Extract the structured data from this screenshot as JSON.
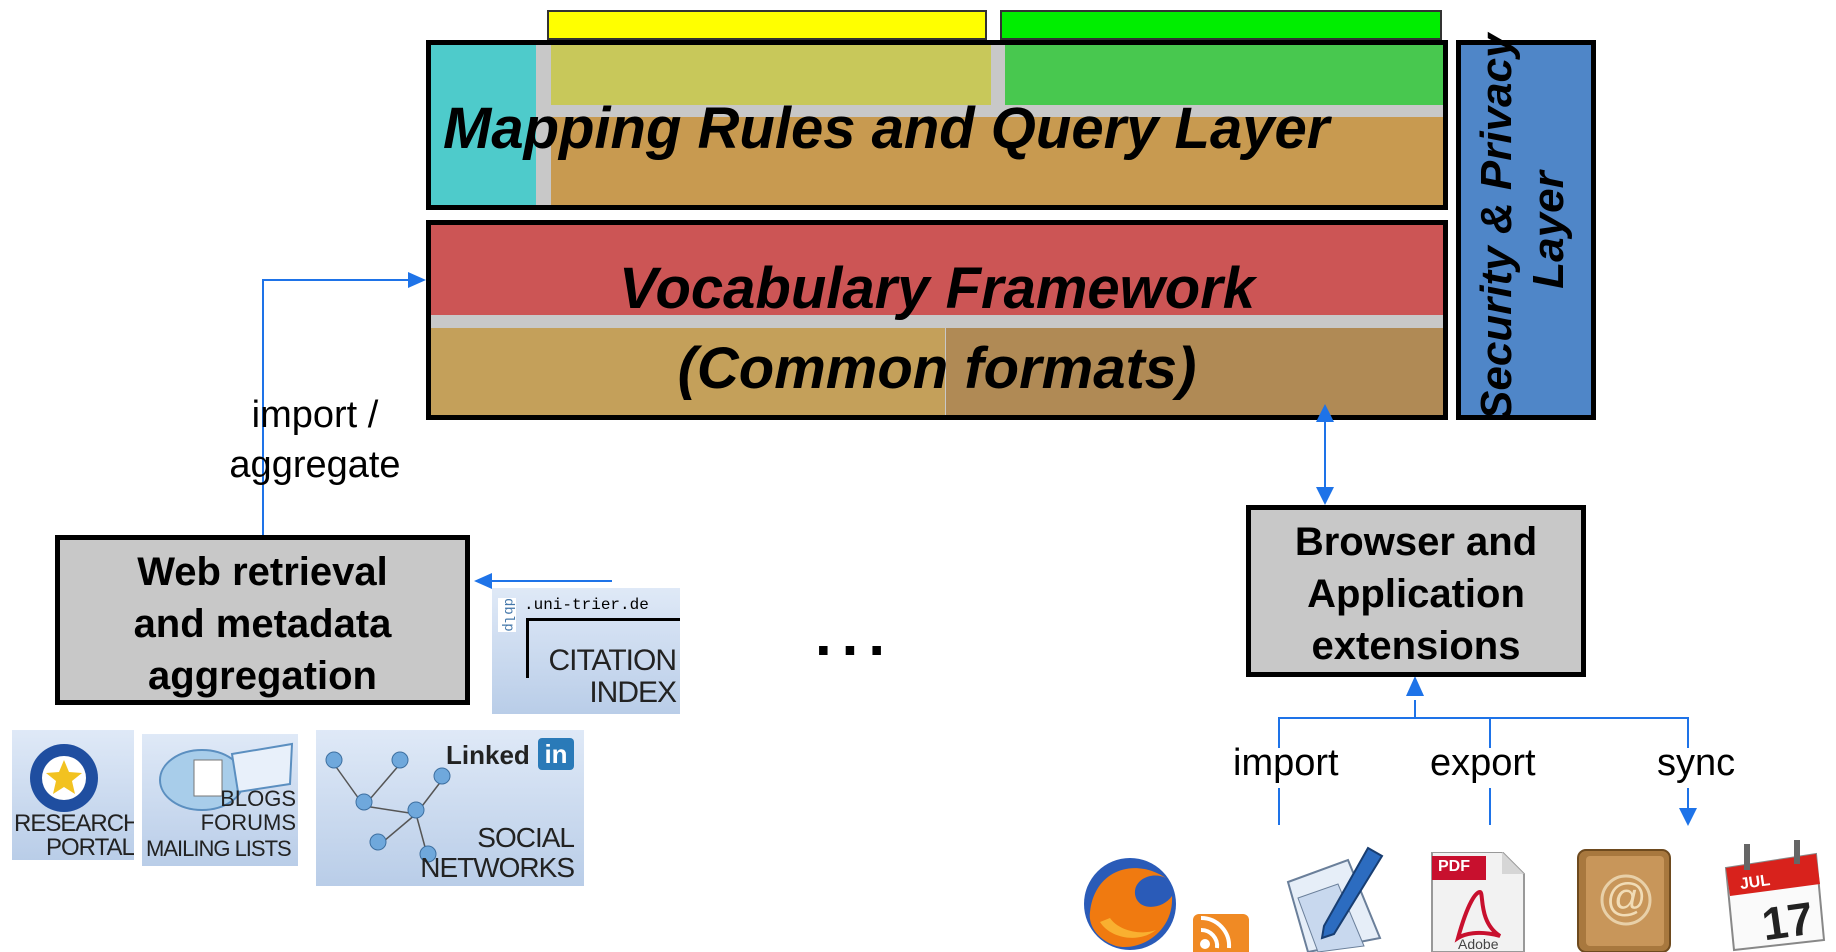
{
  "layers": {
    "mapping": "Mapping Rules and Query Layer",
    "vocabulary": "Vocabulary Framework",
    "formats": "(Common formats)",
    "security_line1": "Security & Privacy",
    "security_line2": "Layer"
  },
  "boxes": {
    "web_retrieval": [
      "Web retrieval",
      "and metadata",
      "aggregation"
    ],
    "browser": [
      "Browser and",
      "Application",
      "extensions"
    ]
  },
  "labels": {
    "import_aggregate": [
      "import /",
      "aggregate"
    ],
    "ellipsis": "...",
    "import": "import",
    "export": "export",
    "sync": "sync"
  },
  "sources": {
    "dblp_host": ".uni-trier.de",
    "dblp_vertical": "dblp",
    "citation": [
      "CITATION",
      "INDEX"
    ],
    "research_portal": [
      "RESEARCH",
      "PORTAL"
    ],
    "blogs": [
      "BLOGS",
      "FORUMS",
      "MAILING LISTS"
    ],
    "linkedin_word": "Linked",
    "linkedin_in": "in",
    "social": [
      "SOCIAL",
      "NETWORKS"
    ]
  },
  "apps": {
    "pdf_label": "PDF",
    "adobe_label": "Adobe",
    "calendar_month": "JUL",
    "calendar_day": "17",
    "address_symbol": "@"
  },
  "colors": {
    "cyan": "#4ecbcb",
    "olive": "#c8c85a",
    "green": "#48c84f",
    "yellow": "#ffff00",
    "brightgreen": "#00ee00",
    "tan": "#c89a50",
    "red": "#cc5555",
    "blue": "#4f86c8",
    "arrow": "#1e73e8"
  }
}
